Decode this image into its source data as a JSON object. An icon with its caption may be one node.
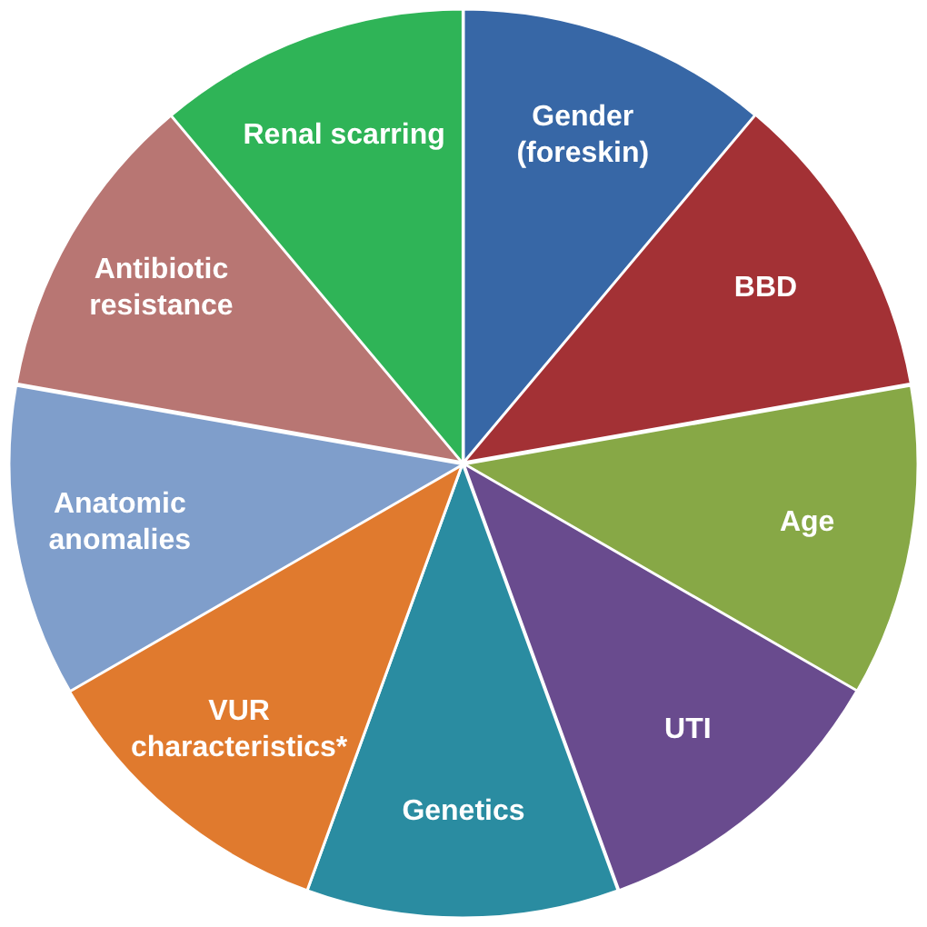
{
  "diagram": {
    "nodes": [
      {
        "text": [
          "Gender (foreskin)"
        ]
      },
      {
        "text": [
          "BBD"
        ]
      },
      {
        "text": [
          "Age"
        ]
      },
      {
        "text": [
          "UTI"
        ]
      },
      {
        "text": [
          "Genetics"
        ]
      },
      {
        "text": [
          "VUR characteristics*"
        ]
      },
      {
        "text": [
          "Anatomic anomalies"
        ]
      },
      {
        "text": [
          "Antibiotic resistance"
        ]
      },
      {
        "text": [
          "Renal scarring"
        ]
      }
    ]
  }
}
